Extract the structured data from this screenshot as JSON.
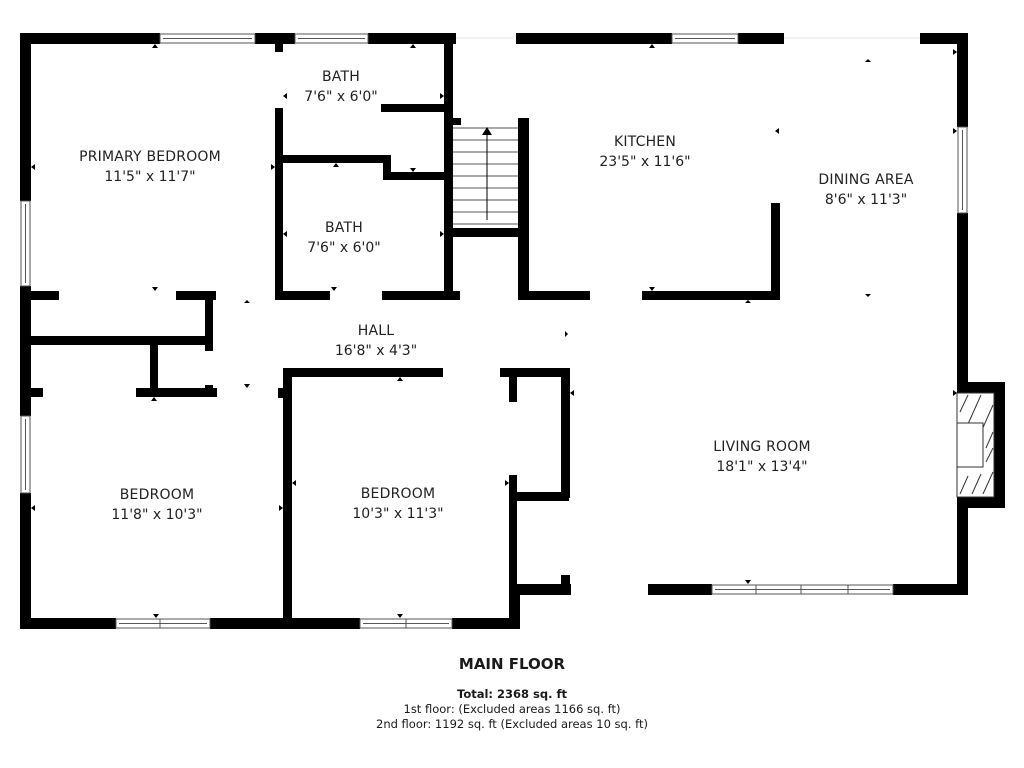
{
  "floor_plan": {
    "title": "MAIN FLOOR",
    "colors": {
      "wall": "#000000",
      "background": "#ffffff",
      "window_line": "#555555",
      "text": "#222222"
    },
    "rooms": [
      {
        "id": "primary-bedroom",
        "name": "PRIMARY BEDROOM",
        "dimensions": "11'5\" x 11'7\""
      },
      {
        "id": "bath-1",
        "name": "BATH",
        "dimensions": "7'6\" x 6'0\""
      },
      {
        "id": "bath-2",
        "name": "BATH",
        "dimensions": "7'6\" x 6'0\""
      },
      {
        "id": "kitchen",
        "name": "KITCHEN",
        "dimensions": "23'5\" x 11'6\""
      },
      {
        "id": "dining-area",
        "name": "DINING AREA",
        "dimensions": "8'6\" x 11'3\""
      },
      {
        "id": "hall",
        "name": "HALL",
        "dimensions": "16'8\" x 4'3\""
      },
      {
        "id": "living-room",
        "name": "LIVING ROOM",
        "dimensions": "18'1\" x 13'4\""
      },
      {
        "id": "bedroom-1",
        "name": "BEDROOM",
        "dimensions": "11'8\" x 10'3\""
      },
      {
        "id": "bedroom-2",
        "name": "BEDROOM",
        "dimensions": "10'3\" x 11'3\""
      }
    ],
    "features": [
      "stairs-up",
      "fireplace"
    ],
    "summary": {
      "total": "Total: 2368 sq. ft",
      "first_floor": "1st floor: (Excluded areas 1166 sq. ft)",
      "second_floor": "2nd floor: 1192 sq. ft (Excluded areas 10 sq. ft)"
    }
  }
}
